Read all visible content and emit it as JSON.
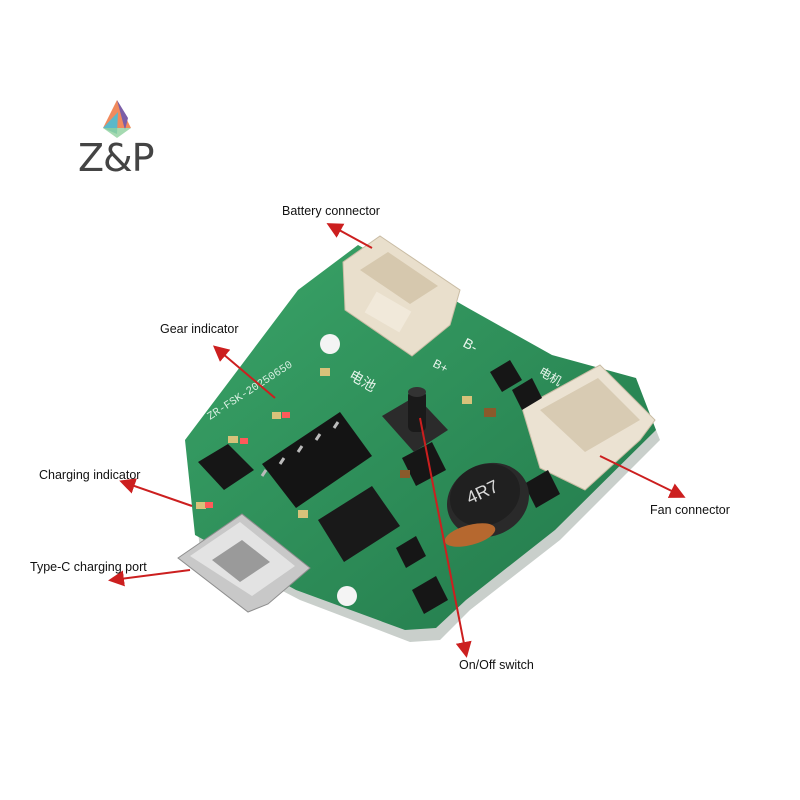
{
  "brand": {
    "logo_text": "Z&P"
  },
  "annotations": {
    "battery_connector": "Battery connector",
    "gear_indicator": "Gear indicator",
    "charging_indicator": "Charging indicator",
    "type_c_port": "Type-C charging port",
    "fan_connector": "Fan connector",
    "on_off_switch": "On/Off switch"
  },
  "silkscreen": {
    "inductor": "4R7",
    "board_id": "ZR-FSK-20250650",
    "b_minus": "B-",
    "b_plus": "B+",
    "cn_battery": "电池",
    "cn_motor": "电机"
  },
  "colors": {
    "pcb_green": "#2e8b57",
    "pcb_dark": "#1f6b40",
    "arrow_red": "#cc1f1f",
    "connector": "#ece3d3"
  }
}
